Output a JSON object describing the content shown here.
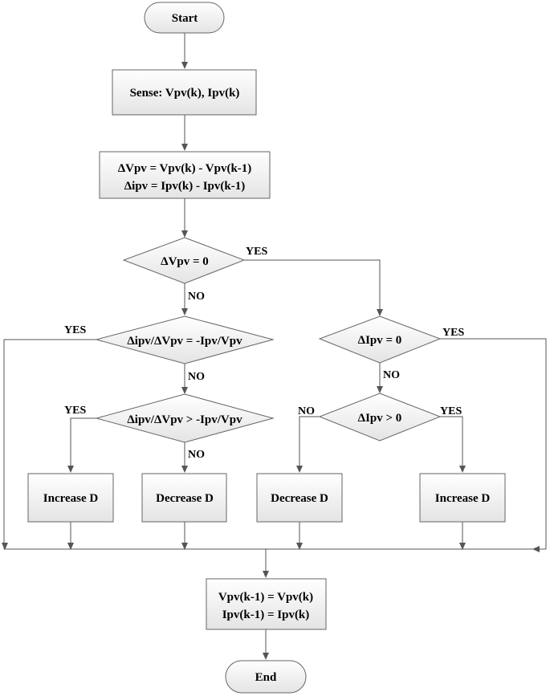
{
  "nodes": {
    "start": "Start",
    "sense": "Sense: Vpv(k), Ipv(k)",
    "calc_line1": "ΔVpv = Vpv(k) - Vpv(k-1)",
    "calc_line2": "Δipv = Ipv(k) - Ipv(k-1)",
    "dec_dv": "ΔVpv = 0",
    "dec_inc_eq": "Δipv/ΔVpv = -Ipv/Vpv",
    "dec_inc_gt": "Δipv/ΔVpv > -Ipv/Vpv",
    "dec_di": "ΔIpv = 0",
    "dec_di_gt": "ΔIpv > 0",
    "increase_left": "Increase D",
    "decrease_left": "Decrease D",
    "decrease_right": "Decrease D",
    "increase_right": "Increase D",
    "update_line1": "Vpv(k-1) = Vpv(k)",
    "update_line2": "Ipv(k-1) = Ipv(k)",
    "end": "End"
  },
  "edges": {
    "dv_yes": "YES",
    "dv_no": "NO",
    "eq_yes": "YES",
    "eq_no": "NO",
    "gt_yes": "YES",
    "gt_no": "NO",
    "di_yes": "YES",
    "di_no": "NO",
    "digt_no": "NO",
    "digt_yes": "YES"
  }
}
